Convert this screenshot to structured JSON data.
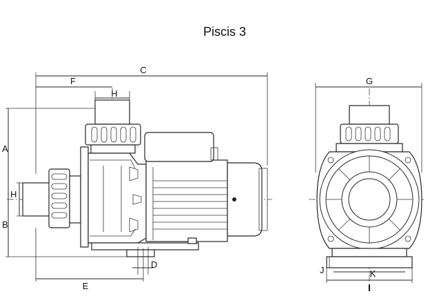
{
  "title": "Piscis 3",
  "dimensions": {
    "A": "A",
    "B": "B",
    "C": "C",
    "D": "D",
    "E": "E",
    "F": "F",
    "G": "G",
    "H_top": "H",
    "H_side": "H",
    "I": "I",
    "J": "J",
    "K": "K"
  }
}
